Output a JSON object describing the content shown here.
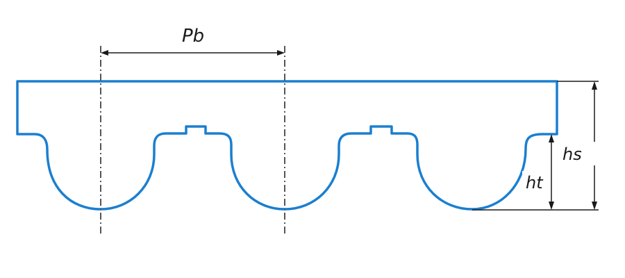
{
  "labels": {
    "pitch": "Pb",
    "total_height": "hs",
    "tooth_height": "ht"
  },
  "colors": {
    "belt_outline": "#1a7fd0",
    "dimension_lines": "#1a1a1a",
    "center_lines": "#555555",
    "background": "#ffffff"
  }
}
